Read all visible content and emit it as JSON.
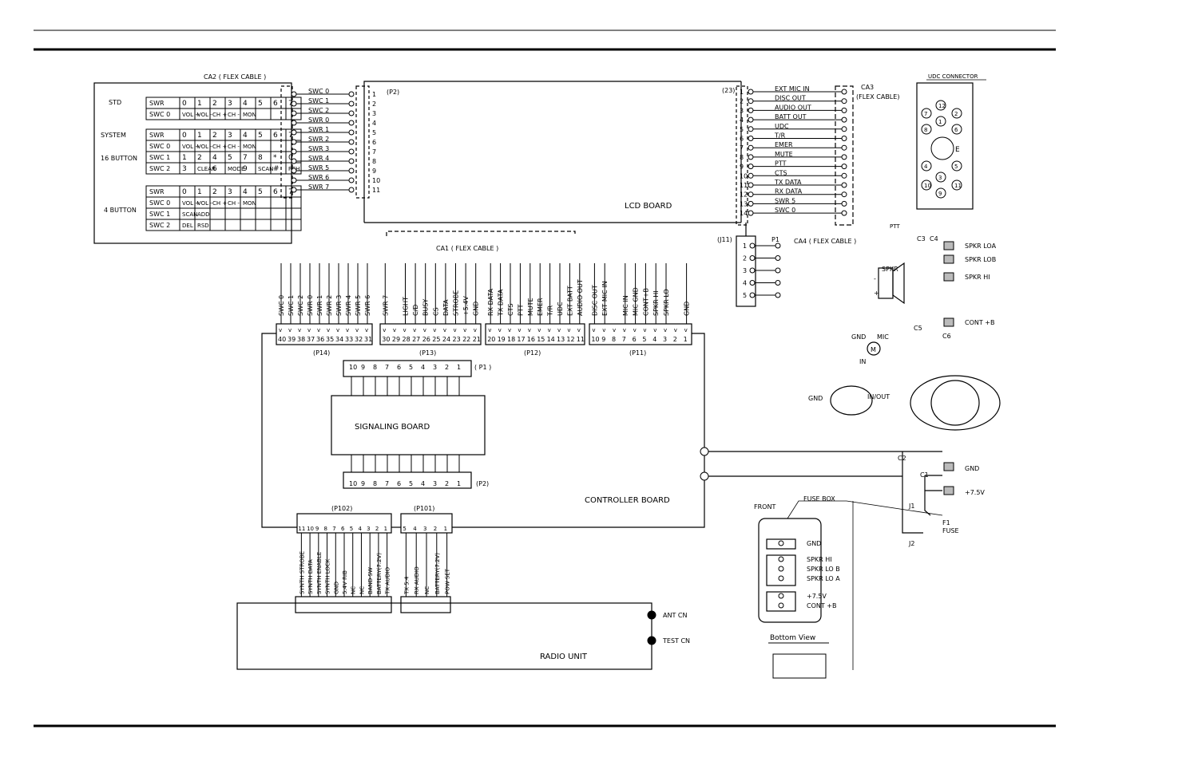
{
  "title_bar": {},
  "ca2": {
    "label": "CA2 ( FLEX CABLE )",
    "groups": [
      {
        "name": "STD",
        "rows": [
          {
            "label": "SWR",
            "cells": [
              "0",
              "1",
              "2",
              "3",
              "4",
              "5",
              "6",
              "7"
            ]
          },
          {
            "label": "SWC 0",
            "cells": [
              "VOL +",
              "VOL -",
              "CH +",
              "CH -",
              "MON",
              "",
              "",
              ""
            ]
          }
        ]
      },
      {
        "name": "SYSTEM",
        "rows": [
          {
            "label": "SWR",
            "cells": [
              "0",
              "1",
              "2",
              "3",
              "4",
              "5",
              "6",
              "7"
            ]
          },
          {
            "label": "SWC 0",
            "cells": [
              "VOL +",
              "VOL -",
              "CH +",
              "CH -",
              "MON",
              "",
              "",
              ""
            ]
          },
          {
            "label": "SWC 1",
            "cells": [
              "1",
              "2",
              "4",
              "5",
              "7",
              "8",
              "*",
              "0"
            ]
          },
          {
            "label": "SWC 2",
            "cells": [
              "3",
              "CLEAR",
              "6",
              "MODE",
              "9",
              "SCAN",
              "#",
              "PCH"
            ]
          }
        ]
      },
      {
        "name": "16 BUTTON",
        "rows": []
      },
      {
        "name": "4 BUTTON",
        "rows": [
          {
            "label": "SWR",
            "cells": [
              "0",
              "1",
              "2",
              "3",
              "4",
              "5",
              "6",
              "7"
            ]
          },
          {
            "label": "SWC 0",
            "cells": [
              "VOL +",
              "VOL -",
              "CH +",
              "CH -",
              "MON",
              "",
              "",
              ""
            ]
          },
          {
            "label": "SWC 1",
            "cells": [
              "SCAN",
              "ADD",
              "",
              "",
              "",
              "",
              "",
              ""
            ]
          },
          {
            "label": "SWC 2",
            "cells": [
              "DEL",
              "RSD",
              "",
              "",
              "",
              "",
              "",
              ""
            ]
          }
        ]
      }
    ],
    "lines": [
      "SWC 0",
      "SWC 1",
      "SWC 2",
      "SWR 0",
      "SWR 1",
      "SWR 2",
      "SWR 3",
      "SWR 4",
      "SWR 5",
      "SWR 6",
      "SWR 7"
    ]
  },
  "p2_top": {
    "label": "(P2)",
    "pins": [
      "1",
      "2",
      "3",
      "4",
      "5",
      "6",
      "7",
      "8",
      "9",
      "10",
      "11"
    ]
  },
  "lcd_board": {
    "label": "LCD BOARD"
  },
  "j23": {
    "label": "(23)",
    "pins": [
      "1",
      "2",
      "3",
      "4",
      "5",
      "6",
      "7",
      "8",
      "9",
      "10",
      "11",
      "12",
      "13",
      "14"
    ]
  },
  "ca3": {
    "label": "CA3",
    "flex": "(FLEX CABLE)",
    "lines": [
      "EXT MIC IN",
      "DISC OUT",
      "AUDIO OUT",
      "BATT OUT",
      "UDC",
      "T/R",
      "EMER",
      "MUTE",
      "PTT",
      "CTS",
      "TX DATA",
      "RX DATA",
      "SWR 5",
      "SWC 0"
    ]
  },
  "udc": {
    "label": "UDC CONNECTOR",
    "pins": [
      "12",
      "2",
      "7",
      "1",
      "6",
      "8",
      "3",
      "4",
      "5",
      "10",
      "11",
      "9"
    ],
    "e_label": "E"
  },
  "ptt": {
    "label": "PTT"
  },
  "j11": {
    "label": "(J11)",
    "pins": [
      "1",
      "2",
      "3",
      "4",
      "5"
    ]
  },
  "ca4": {
    "p1": "P1",
    "label": "CA4 ( FLEX CABLE )"
  },
  "speaker": {
    "label": "SPKR",
    "caps": [
      "C3",
      "C4",
      "C5",
      "C6"
    ],
    "plus": "+",
    "minus": "-"
  },
  "spkr_out": [
    "SPKR LOA",
    "SPKR LOB",
    "SPKR HI"
  ],
  "cont_b": "CONT +B",
  "mic": {
    "gnd": "GND",
    "mic": "MIC",
    "in": "IN",
    "m": "M",
    "jack_gnd": "GND",
    "jack_inout": "IN/OUT"
  },
  "ca1": {
    "label": "CA1 ( FLEX CABLE )"
  },
  "p14": {
    "label": "(P14)",
    "pins": [
      "40",
      "39",
      "38",
      "37",
      "36",
      "35",
      "34",
      "33",
      "32",
      "31"
    ],
    "signals": [
      "SWC 0",
      "SWC 1",
      "SWC 2",
      "SWR 0",
      "SWR 1",
      "SWR 2",
      "SWR 3",
      "SWR 4",
      "SWR 5",
      "SWR 6"
    ]
  },
  "p13": {
    "label": "(P13)",
    "pins": [
      "30",
      "29",
      "28",
      "27",
      "26",
      "25",
      "24",
      "23",
      "22",
      "21"
    ],
    "signals": [
      "SWR 7",
      "",
      "LIGHT",
      "C/D",
      "BUSY",
      "CS",
      "DATA",
      "STROBE",
      "+5.4V",
      "GND"
    ]
  },
  "p12": {
    "label": "(P12)",
    "pins": [
      "20",
      "19",
      "18",
      "17",
      "16",
      "15",
      "14",
      "13",
      "12",
      "11"
    ],
    "signals": [
      "RX DATA",
      "TX DATA",
      "CTS",
      "PTT",
      "MUTE",
      "EMER",
      "T/R",
      "UDC",
      "EXT BATT",
      "AUDIO OUT"
    ]
  },
  "p11": {
    "label": "(P11)",
    "pins": [
      "10",
      "9",
      "8",
      "7",
      "6",
      "5",
      "4",
      "3",
      "2",
      "1"
    ],
    "signals": [
      "DISC OUT",
      "EXT MIC IN",
      "",
      "MIC IN",
      "MIC GND",
      "CONT+B",
      "SPKR HI",
      "SPKR LO",
      "",
      "GND"
    ]
  },
  "p1_sig": {
    "label": "( P1 )",
    "pins": [
      "10",
      "9",
      "8",
      "7",
      "6",
      "5",
      "4",
      "3",
      "2",
      "1"
    ]
  },
  "signaling_board": {
    "label": "SIGNALING BOARD"
  },
  "p2_sig": {
    "label": "(P2)",
    "pins": [
      "10",
      "9",
      "8",
      "7",
      "6",
      "5",
      "4",
      "3",
      "2",
      "1"
    ]
  },
  "controller_board": {
    "label": "CONTROLLER BOARD"
  },
  "p102": {
    "label": "(P102)",
    "pins": [
      "11",
      "10",
      "9",
      "8",
      "7",
      "6",
      "5",
      "4",
      "3",
      "2",
      "1"
    ],
    "signals": [
      "SYNTH STROBE",
      "SYNTH DATA",
      "SYNTH ENABLE",
      "SYNTH LOCK",
      "GND",
      "5.4V RIB",
      "NC",
      "NC",
      "BAND SW",
      "BATTERY(7.2V)",
      "TX AUDIO"
    ]
  },
  "p101": {
    "label": "(P101)",
    "pins": [
      "5",
      "4",
      "3",
      "2",
      "1"
    ],
    "signals": [
      "TX 5.4",
      "RX AUDIO",
      "NC",
      "BATTERY(7.2V)",
      "POW SET"
    ]
  },
  "radio_unit": {
    "label": "RADIO UNIT",
    "ant": "ANT CN",
    "test": "TEST CN"
  },
  "power": {
    "c2": "C2",
    "c1": "C1",
    "gnd": "GND",
    "v75": "+7.5V",
    "j1": "J1",
    "j2": "J2",
    "f1": "F1",
    "fuse": "FUSE"
  },
  "fuse_box": {
    "front": "FRONT",
    "label": "FUSE BOX",
    "rows": [
      "GND",
      "SPKR HI",
      "SPKR LO B",
      "SPKR LO A",
      "+7.5V",
      "CONT +B"
    ],
    "bottom_view": "Bottom View"
  }
}
